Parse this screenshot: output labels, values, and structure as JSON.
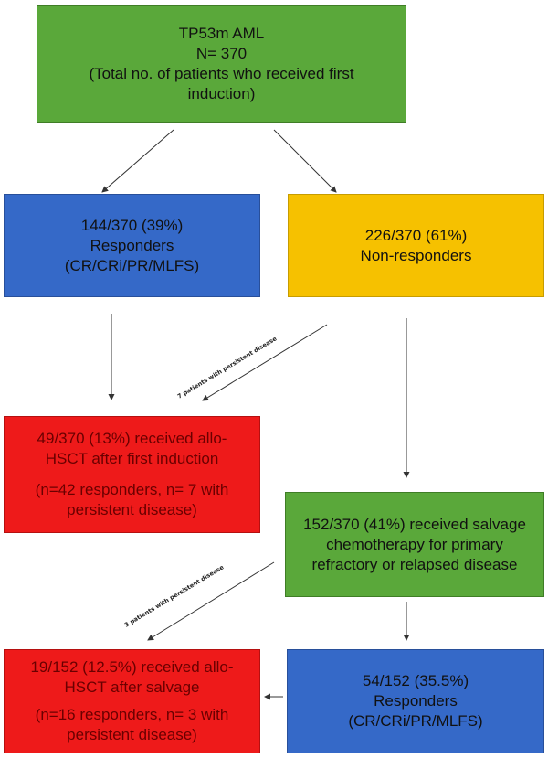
{
  "nodes": {
    "root": {
      "line1": "TP53m AML",
      "line2": "N= 370",
      "line3": "(Total no. of patients who received first induction)"
    },
    "responders": {
      "line1": "144/370 (39%)",
      "line2": "Responders",
      "line3": "(CR/CRi/PR/MLFS)"
    },
    "non_responders": {
      "line1": "226/370 (61%)",
      "line2": "Non-responders"
    },
    "hsct_first": {
      "line1": "49/370 (13%) received allo-HSCT after first induction",
      "line2": "(n=42 responders, n= 7 with persistent disease)"
    },
    "salvage": {
      "line1": "152/370 (41%) received salvage chemotherapy for primary refractory or relapsed disease"
    },
    "hsct_salvage": {
      "line1": "19/152 (12.5%) received allo-HSCT after salvage",
      "line2": "(n=16 responders, n= 3 with persistent disease)"
    },
    "salvage_responders": {
      "line1": "54/152 (35.5%)",
      "line2": "Responders",
      "line3": "(CR/CRi/PR/MLFS)"
    }
  },
  "edge_labels": {
    "persistent_7": "7 patients with persistent disease",
    "persistent_3": "3 patients with persistent disease"
  },
  "colors": {
    "green": "#5aa83a",
    "blue": "#3569c8",
    "yellow": "#f6c100",
    "red": "#ee1a1a",
    "arrow": "#333333"
  }
}
